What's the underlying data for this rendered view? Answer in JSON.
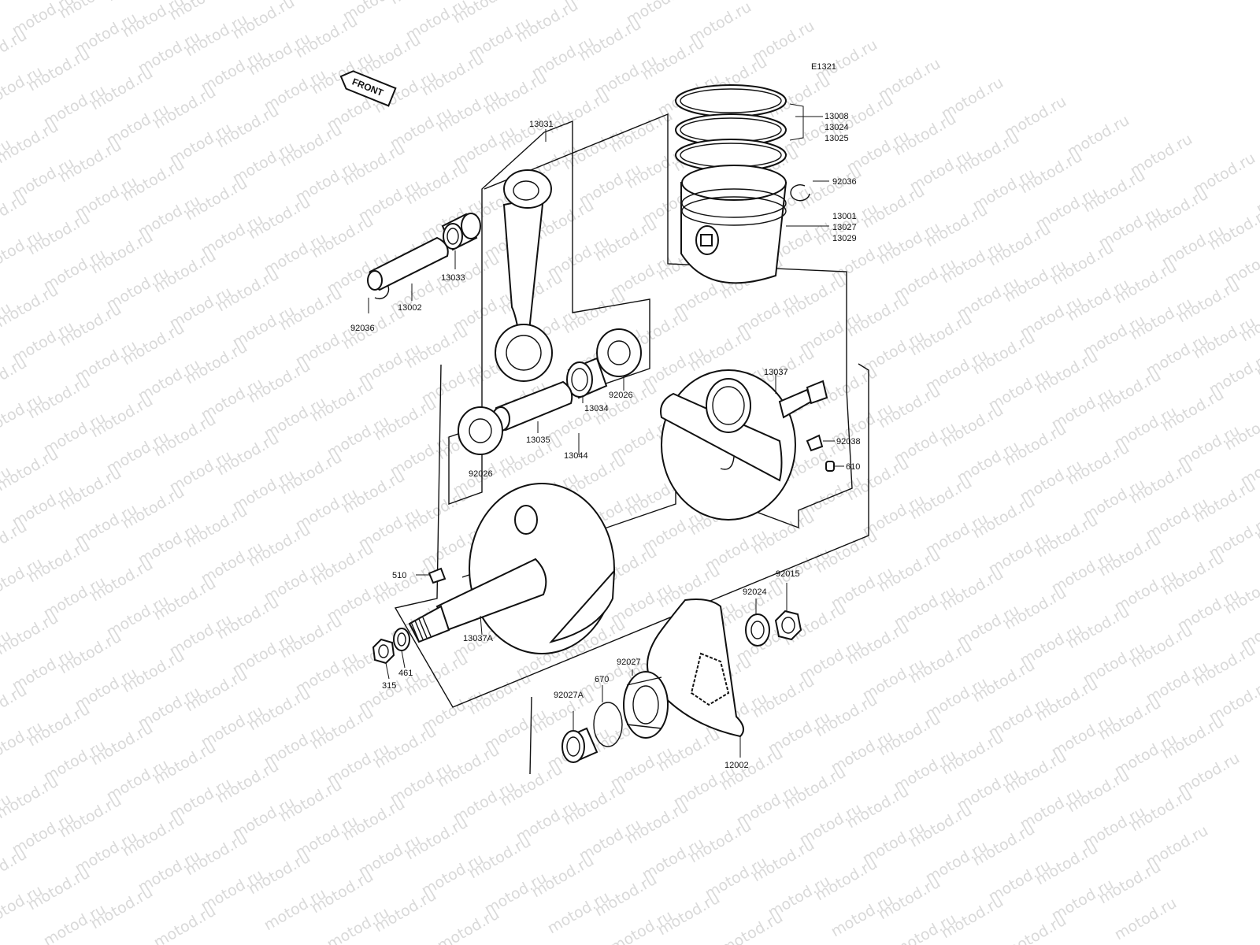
{
  "diagram_code": "E1321",
  "front_label": "FRONT",
  "watermark": "motod.ru",
  "labels": {
    "13031": "13031",
    "13008": "13008",
    "13024": "13024",
    "13025": "13025",
    "92036_clip_right": "92036",
    "13001": "13001",
    "13027": "13027",
    "13029": "13029",
    "13033": "13033",
    "13002": "13002",
    "92036_clip_left": "92036",
    "13037": "13037",
    "92026_right": "92026",
    "13034": "13034",
    "13035": "13035",
    "13044": "13044",
    "92026_left": "92026",
    "92038": "92038",
    "610": "610",
    "510": "510",
    "13037A": "13037A",
    "92015": "92015",
    "92024": "92024",
    "461": "461",
    "315": "315",
    "92027": "92027",
    "670": "670",
    "92027A": "92027A",
    "12002": "12002"
  },
  "colors": {
    "ink": "#111111",
    "watermark": "#d9d9d9",
    "background": "#ffffff"
  }
}
